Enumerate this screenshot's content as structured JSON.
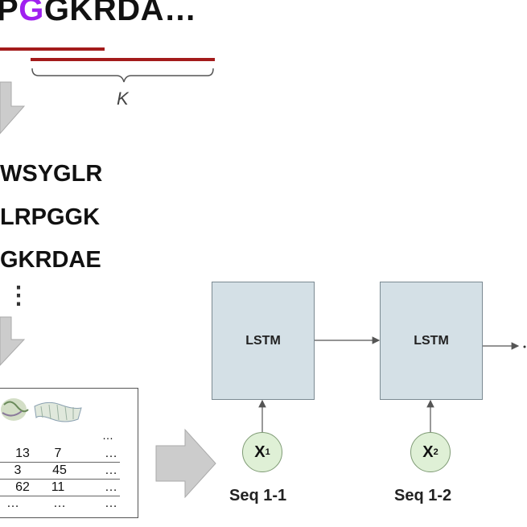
{
  "sequence": {
    "prefix": "P",
    "highlight": "G",
    "rest": "GKRDA…",
    "highlight_color": "#a020f0",
    "bar_color": "#a31b1b"
  },
  "window_label": "K",
  "kmers": [
    "WSYGLR",
    "LRPGGK",
    "GKRDAE"
  ],
  "kmer_ellipsis": "⋮",
  "table": {
    "header_ellipsis": "…",
    "rows": [
      [
        "13",
        "7",
        "…"
      ],
      [
        "3",
        "45",
        "…"
      ],
      [
        "62",
        "11",
        "…"
      ],
      [
        "…",
        "…",
        "…"
      ]
    ]
  },
  "lstm": [
    {
      "label": "LSTM",
      "input": "X",
      "input_sub": "1",
      "seq_label": "Seq 1-1"
    },
    {
      "label": "LSTM",
      "input": "X",
      "input_sub": "2",
      "seq_label": "Seq 1-2"
    }
  ],
  "colors": {
    "lstm_fill": "#d4e0e6",
    "input_fill": "#dff0d6",
    "arrow_gray": "#cccccc"
  }
}
